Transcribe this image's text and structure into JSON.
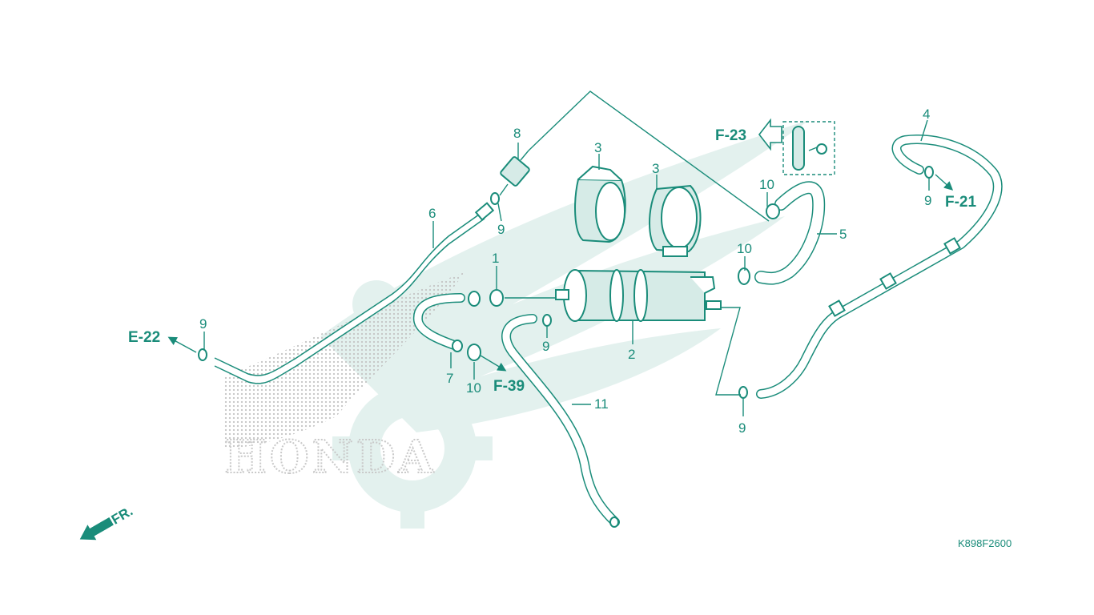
{
  "colors": {
    "line": "#1a8c7a",
    "watermark_gray": "#c9c9c9",
    "watermark_green": "#e3f1ee",
    "background": "#ffffff"
  },
  "watermark": {
    "brand": "HONDA"
  },
  "callouts": {
    "c1": "1",
    "c2": "2",
    "c3a": "3",
    "c3b": "3",
    "c4": "4",
    "c5": "5",
    "c6": "6",
    "c7": "7",
    "c8": "8",
    "c9a": "9",
    "c9b": "9",
    "c9c": "9",
    "c9d": "9",
    "c9e": "9",
    "c10a": "10",
    "c10b": "10",
    "c10c": "10",
    "c11": "11"
  },
  "references": {
    "f23": "F-23",
    "f21": "F-21",
    "e22": "E-22",
    "f39": "F-39"
  },
  "front_indicator": "FR.",
  "diagram_code": "K898F2600",
  "icons": [
    "front-arrow-icon",
    "reference-arrow-icon",
    "honda-wing-watermark-icon",
    "gear-watermark-icon"
  ]
}
